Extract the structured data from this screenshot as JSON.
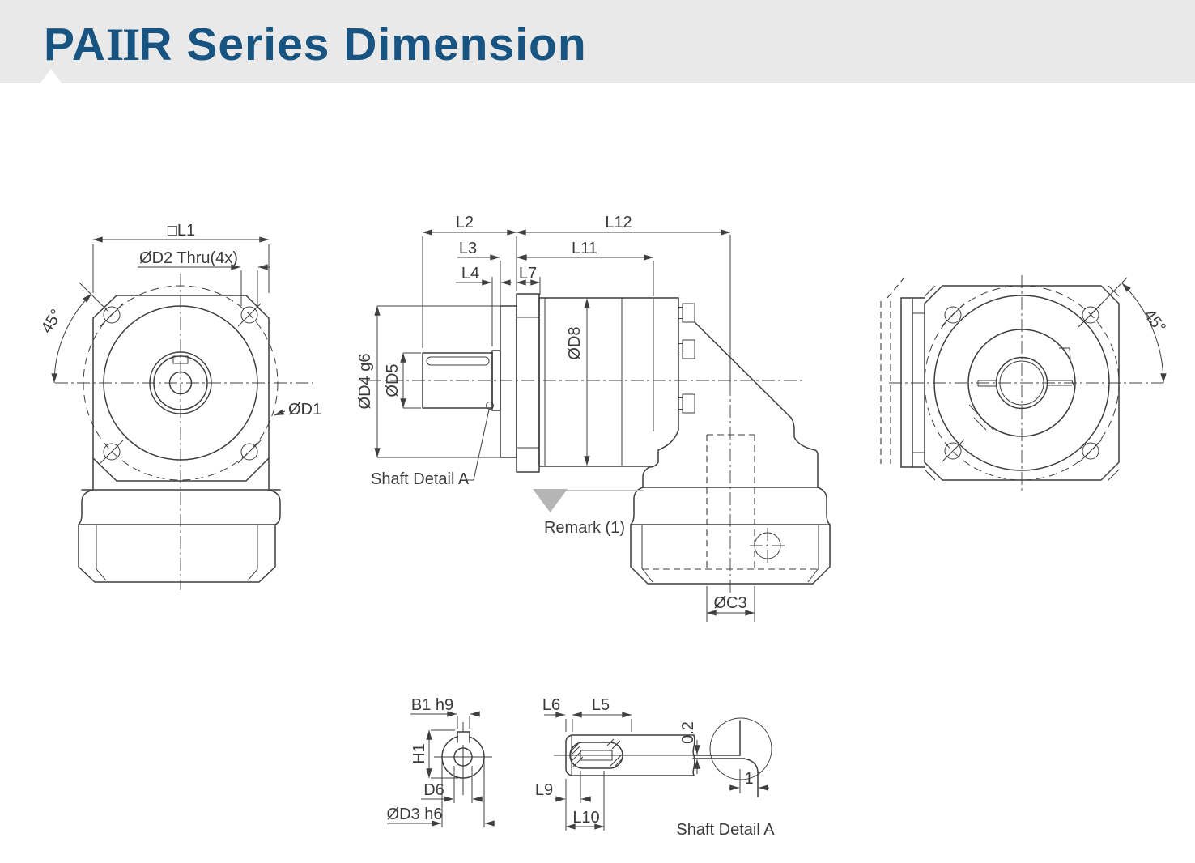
{
  "title": {
    "prefix": "PA",
    "roman": "II",
    "suffix": "R Series Dimension"
  },
  "colors": {
    "title_text": "#175482",
    "header_bg": "#e9e9e9",
    "drawing_line": "#3d3d3d",
    "remark_gray": "#b5b5b5"
  },
  "views": {
    "front": {
      "dim_l1": "□L1",
      "dim_d2": "ØD2 Thru(4x)",
      "dim_angle": "45°",
      "dim_d1": "ØD1"
    },
    "side": {
      "dim_l2": "L2",
      "dim_l12": "L12",
      "dim_l3": "L3",
      "dim_l11": "L11",
      "dim_l4": "L4",
      "dim_l7": "L7",
      "dim_d8": "ØD8",
      "dim_d4": "ØD4 g6",
      "dim_d5": "ØD5",
      "dim_c3": "ØC3",
      "label_shaft_detail": "Shaft Detail A",
      "label_remark": "Remark (1)"
    },
    "rear": {
      "dim_angle": "45°"
    },
    "shaft_section": {
      "dim_b1": "B1 h9",
      "dim_h1": "H1",
      "dim_d6": "D6",
      "dim_d3": "ØD3 h6"
    },
    "keyway_detail": {
      "dim_l6": "L6",
      "dim_l5": "L5",
      "dim_l9": "L9",
      "dim_l10": "L10"
    },
    "shaft_detail_a": {
      "dim_step": "0.2",
      "dim_width": "1",
      "caption": "Shaft Detail A"
    }
  }
}
